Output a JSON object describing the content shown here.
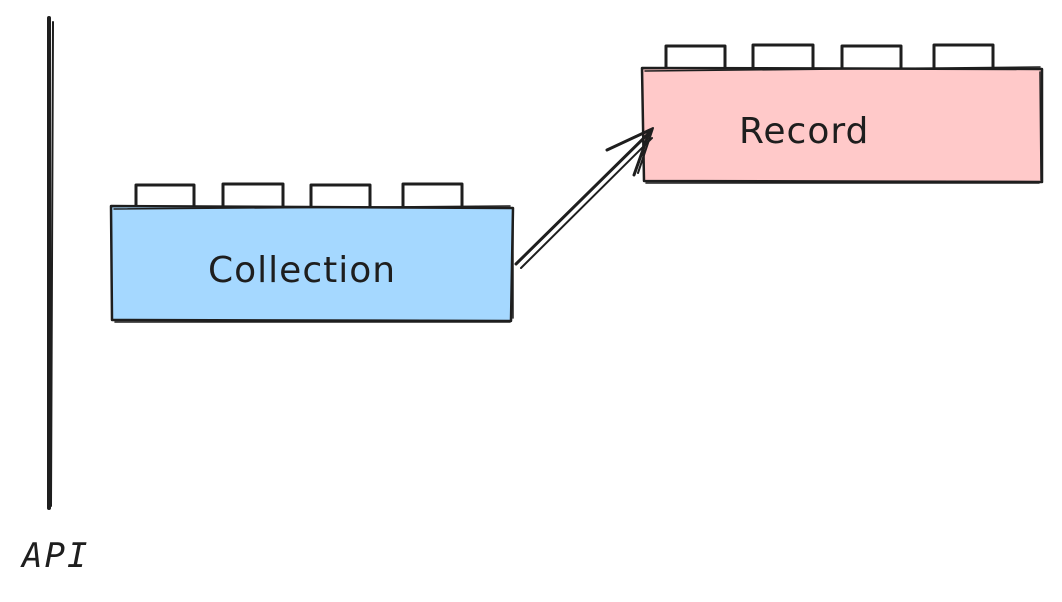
{
  "diagram": {
    "api_label": "API",
    "collection": {
      "label": "Collection",
      "fill": "#a5d8ff"
    },
    "record": {
      "label": "Record",
      "fill": "#ffc9c9"
    },
    "stroke_color": "#1e1e1e"
  }
}
